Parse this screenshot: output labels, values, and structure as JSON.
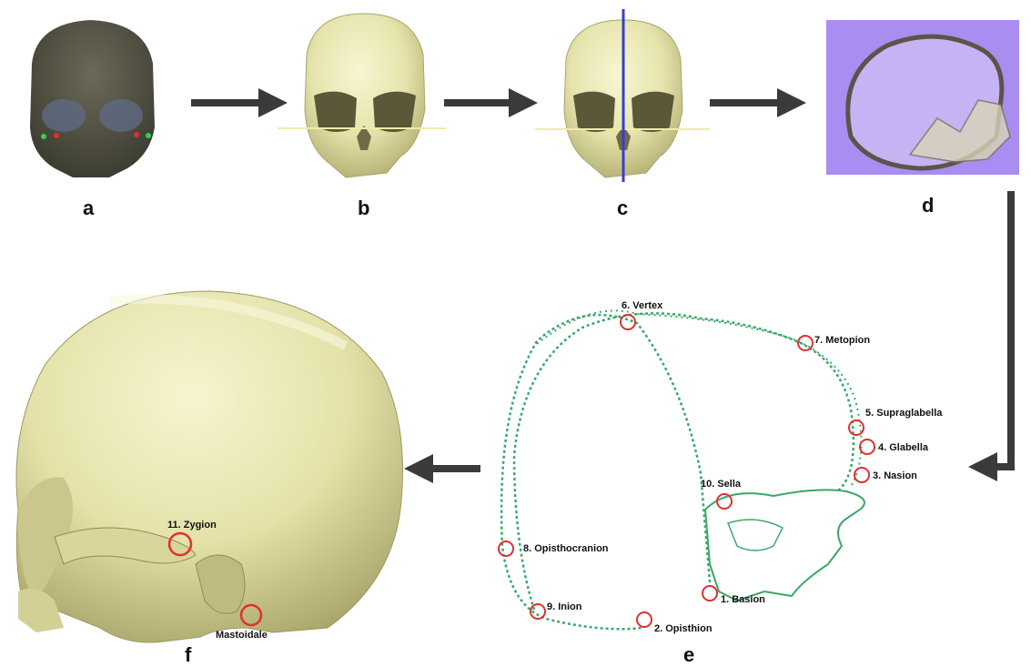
{
  "panels": {
    "a": "a",
    "b": "b",
    "c": "c",
    "d": "d",
    "e": "e",
    "f": "f"
  },
  "landmarks": {
    "vertex": "6. Vertex",
    "metopion": "7. Metopion",
    "supraglabella": "5. Supraglabella",
    "glabella": "4. Glabella",
    "nasion": "3. Nasion",
    "sella": "10. Sella",
    "opisthocranion": "8. Opisthocranion",
    "basion": "1. Basion",
    "inion": "9. Inion",
    "opisthion": "2. Opisthion",
    "zygion": "11. Zygion",
    "mastoidale": "Mastoidale"
  },
  "colors": {
    "bone": "#ecebb8",
    "bone_shadow": "#b7b47a",
    "arrow": "#3a3a3a",
    "plane": "#3b3bd6",
    "volume_bg": "#a98df0",
    "outline": "#3aa86a",
    "marker": "#e03030"
  }
}
